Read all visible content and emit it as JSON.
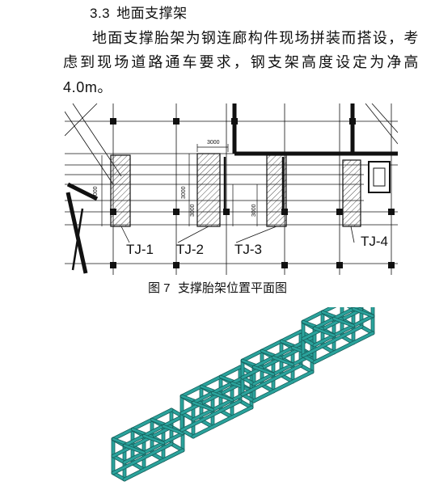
{
  "section": {
    "number": "3.3",
    "title": "地面支撑架"
  },
  "paragraph": {
    "text_main": "地面支撑胎架为钢连廊构件现场拼装而搭设，考虑到现场道路通车要求，钢支架高度设定为净高 ",
    "text_value": "4.0m",
    "text_end": "。"
  },
  "figure": {
    "caption_number": "图 7",
    "caption_text": "支撑胎架位置平面图",
    "plan_labels": [
      "TJ-1",
      "TJ-2",
      "TJ-3",
      "TJ-4"
    ],
    "dimension_labels": {
      "top_width": "3000",
      "tj1_side": "3000",
      "tj2_side_left": "3000",
      "tj2_side_right": "3000",
      "tj3_side": "3000"
    }
  },
  "colors": {
    "frame_fill": "#2aa39c",
    "frame_dark": "#17615d",
    "plan_line": "#111111"
  }
}
